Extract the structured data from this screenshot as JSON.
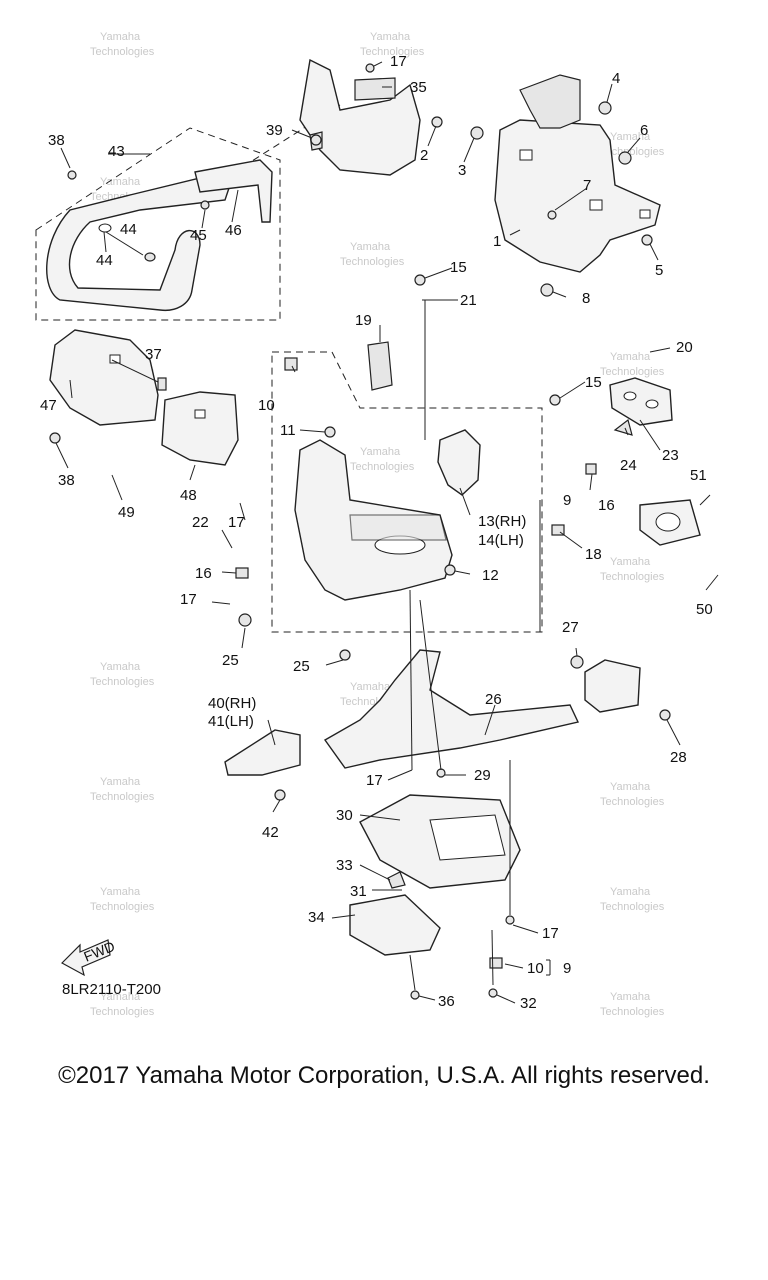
{
  "diagram": {
    "code": "8LR2110-T200",
    "fwd_label": "FWD",
    "callouts": {
      "c1": "1",
      "c2": "2",
      "c3": "3",
      "c4": "4",
      "c5": "5",
      "c6": "6",
      "c7": "7",
      "c8": "8",
      "c9a": "9",
      "c9b": "9",
      "c10a": "10",
      "c10b": "10",
      "c11": "11",
      "c12": "12",
      "c13": "13(RH)",
      "c14": "14(LH)",
      "c15a": "15",
      "c15b": "15",
      "c16a": "16",
      "c16b": "16",
      "c17a": "17",
      "c17b": "17",
      "c17c": "17",
      "c17d": "17",
      "c17e": "17",
      "c18": "18",
      "c19": "19",
      "c20": "20",
      "c21": "21",
      "c22": "22",
      "c23": "23",
      "c24": "24",
      "c25a": "25",
      "c25b": "25",
      "c26": "26",
      "c27": "27",
      "c28": "28",
      "c29": "29",
      "c30": "30",
      "c31": "31",
      "c32": "32",
      "c33": "33",
      "c34": "34",
      "c35": "35",
      "c36": "36",
      "c37": "37",
      "c38a": "38",
      "c38b": "38",
      "c39": "39",
      "c40": "40(RH)",
      "c41": "41(LH)",
      "c42": "42",
      "c43": "43",
      "c44a": "44",
      "c44b": "44",
      "c45": "45",
      "c46": "46",
      "c47": "47",
      "c48": "48",
      "c49": "49",
      "c50": "50",
      "c51": "51"
    }
  },
  "footer": {
    "copyright": "©2017 Yamaha Motor Corporation, U.S.A. All rights reserved."
  }
}
